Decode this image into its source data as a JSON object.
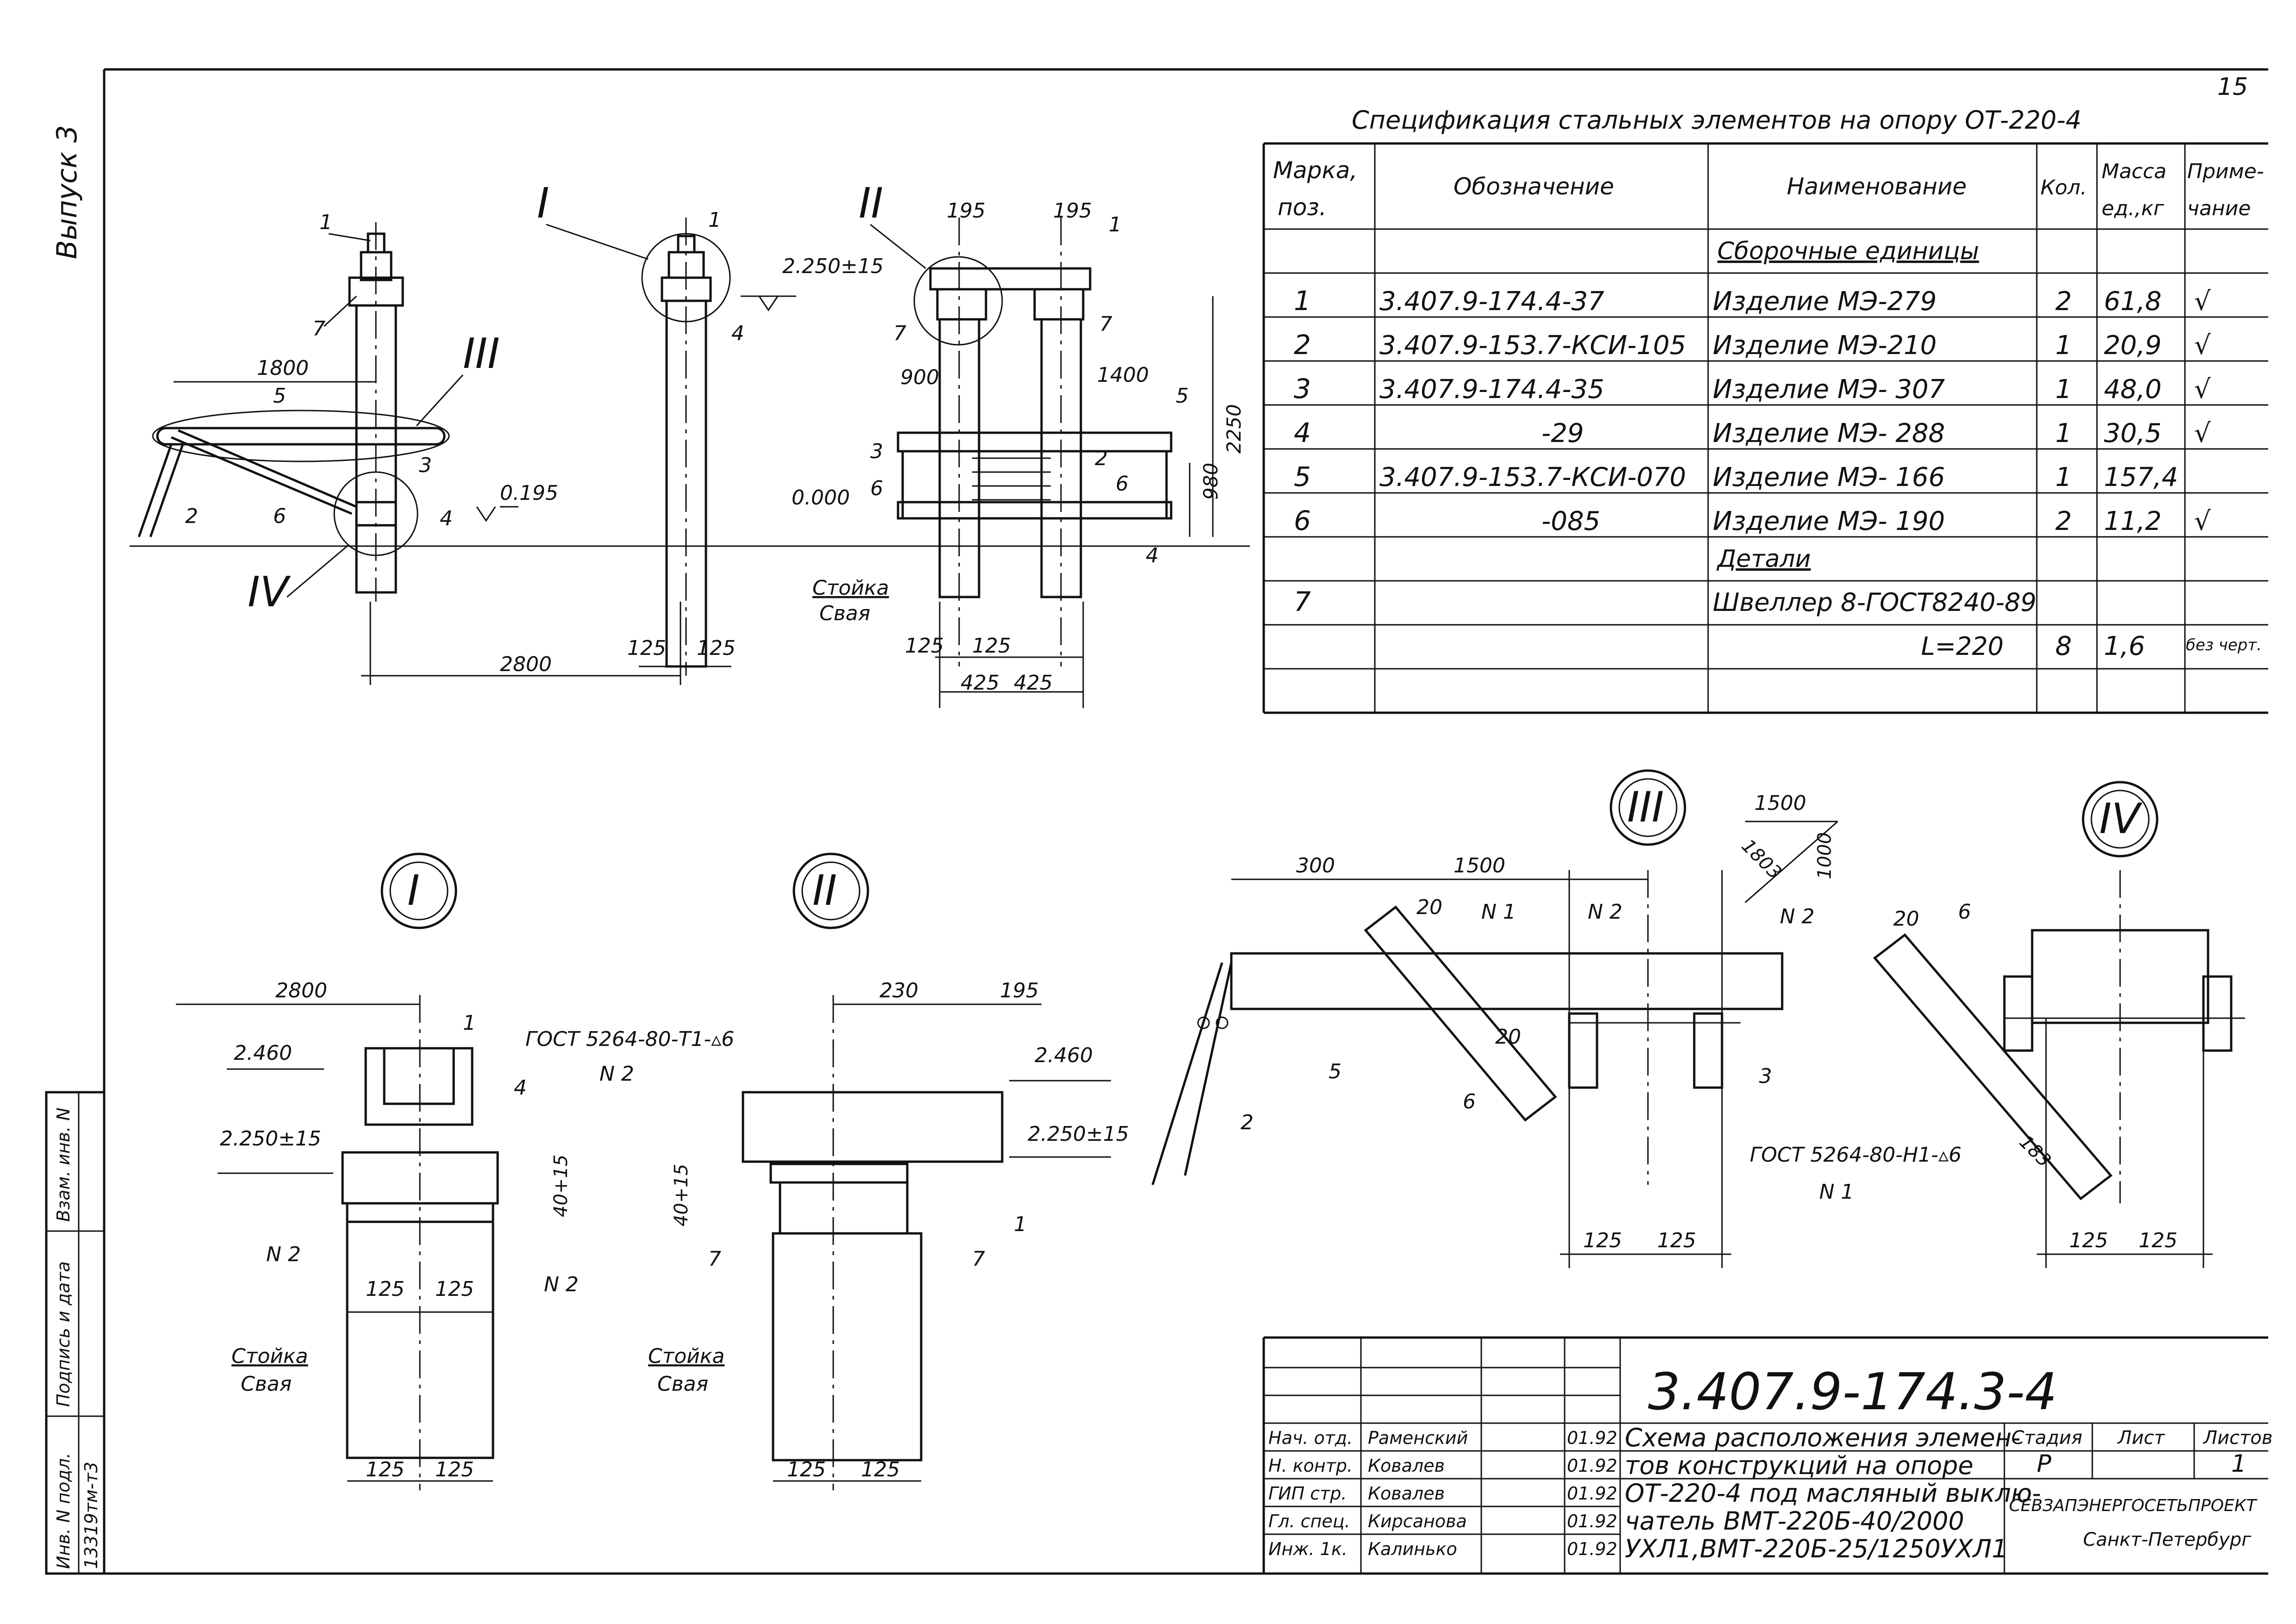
{
  "sheet": {
    "number": "15",
    "vypusk": "Выпуск 3",
    "designation": "3.407.9-174.3-4",
    "title_lines": [
      "Схема расположения элемен-",
      "тов конструкций на опоре",
      "ОТ-220-4 под масляный выклю-",
      "чатель ВМТ-220Б-40/2000",
      "УХЛ1,ВМТ-220Б-25/1250УХЛ1"
    ],
    "stage_header": "Стадия",
    "sheet_header": "Лист",
    "sheets_header": "Листов",
    "stage_value": "Р",
    "sheet_value": "1",
    "organization": "СЕВЗАПЭНЕРГОСЕТЬПРОЕКТ",
    "city": "Санкт-Петербург",
    "signatures": [
      {
        "role": "Нач. отд.",
        "name": "Раменский",
        "date": "01.92"
      },
      {
        "role": "Н. контр.",
        "name": "Ковалев",
        "date": "01.92"
      },
      {
        "role": "ГИП стр.",
        "name": "Ковалев",
        "date": "01.92"
      },
      {
        "role": "Гл. спец.",
        "name": "Кирсанова",
        "date": "01.92"
      },
      {
        "role": "Инж. 1к.",
        "name": "Калинько",
        "date": "01.92"
      }
    ],
    "side_stamp": {
      "inv_podl": "Инв. N подл.",
      "podpis": "Подпись и дата",
      "vzam": "Взам. инв. N",
      "inv_value": "13319тм-т3"
    }
  },
  "spec": {
    "title": "Спецификация стальных элементов на опору  ОТ-220-4",
    "headers": {
      "mark": [
        "Марка,",
        "поз."
      ],
      "designation": "Обозначение",
      "name": "Наименование",
      "qty": "Кол.",
      "mass": [
        "Масса",
        "ед.,кг"
      ],
      "note": [
        "Приме-",
        "чание"
      ]
    },
    "section_assembly": "Сборочные единицы",
    "section_details": "Детали",
    "rows": [
      {
        "mark": "1",
        "designation": "3.407.9-174.4-37",
        "name": "Изделие МЭ-279",
        "qty": "2",
        "mass": "61,8",
        "note": "√"
      },
      {
        "mark": "2",
        "designation": "3.407.9-153.7-КСИ-105",
        "name": "Изделие МЭ-210",
        "qty": "1",
        "mass": "20,9",
        "note": "√"
      },
      {
        "mark": "3",
        "designation": "3.407.9-174.4-35",
        "name": "Изделие МЭ- 307",
        "qty": "1",
        "mass": "48,0",
        "note": "√"
      },
      {
        "mark": "4",
        "designation": "-29",
        "name": "Изделие МЭ- 288",
        "qty": "1",
        "mass": "30,5",
        "note": "√"
      },
      {
        "mark": "5",
        "designation": "3.407.9-153.7-КСИ-070",
        "name": "Изделие МЭ- 166",
        "qty": "1",
        "mass": "157,4",
        "note": ""
      },
      {
        "mark": "6",
        "designation": "-085",
        "name": "Изделие МЭ- 190",
        "qty": "2",
        "mass": "11,2",
        "note": "√"
      }
    ],
    "detail_rows": [
      {
        "mark": "7",
        "designation": "",
        "name": "Швеллер 8-ГОСТ8240-89",
        "qty": "",
        "mass": "",
        "note": ""
      },
      {
        "mark": "",
        "designation": "",
        "name": "L=220",
        "qty": "8",
        "mass": "1,6",
        "note": "без черт."
      }
    ]
  },
  "views": {
    "roman": [
      "I",
      "II",
      "III",
      "IV"
    ],
    "stoyka": "Стойка",
    "svaya": "Свая",
    "gost_t1": "ГОСТ 5264-80-Т1-▵6",
    "gost_n1": "ГОСТ 5264-80-Н1-▵6",
    "weld_n1": "N 1",
    "weld_n2": "N 2",
    "levels": {
      "l2250": "2.250±15",
      "l0195": "0.195",
      "l0000": "0.000",
      "l2460": "2.460",
      "l2250b": "2.250±15"
    },
    "dims": {
      "d1800": "1800",
      "d2800": "2800",
      "d125": "125",
      "d195": "195",
      "d900": "900",
      "d1400": "1400",
      "d2250": "2250",
      "d980": "980",
      "d425": "425",
      "d230": "230",
      "d300": "300",
      "d1500": "1500",
      "d1803": "1803",
      "d1000": "1000",
      "d20": "20",
      "d183": "183",
      "d40": "40+15"
    },
    "pos": [
      "1",
      "2",
      "3",
      "4",
      "5",
      "6",
      "7"
    ]
  }
}
